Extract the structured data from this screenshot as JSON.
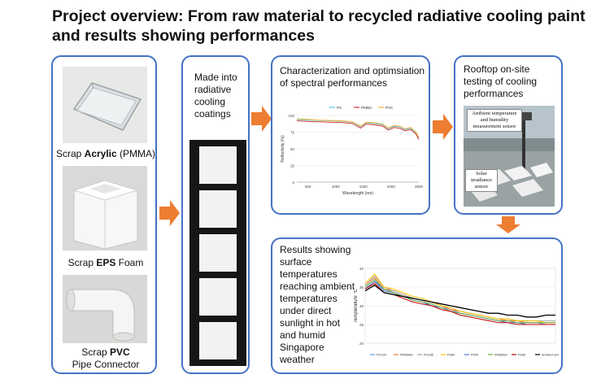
{
  "title": "Project overview: From raw material to recycled radiative cooling paint and results showing performances",
  "materials": [
    {
      "prefix": "Scrap ",
      "bold": "Acrylic",
      "suffix": " (PMMA)",
      "line2": ""
    },
    {
      "prefix": "Scrap ",
      "bold": "EPS",
      "suffix": " Foam",
      "line2": ""
    },
    {
      "prefix": "Scrap ",
      "bold": "PVC",
      "suffix": "",
      "line2": "Pipe Connector"
    }
  ],
  "coatings": {
    "text": "Made into radiative cooling coatings",
    "tile_count": 5
  },
  "spectral": {
    "text": "Characterization and optimsiation of spectral performances",
    "chart_data": {
      "type": "line",
      "x": [
        300,
        500,
        700,
        900,
        1100,
        1300,
        1450,
        1550,
        1700,
        1850,
        1950,
        2050,
        2150,
        2250,
        2350,
        2450,
        2500
      ],
      "series": [
        {
          "name": "PS",
          "color": "#4fc1e9",
          "values": [
            94,
            93,
            92.5,
            92,
            91.5,
            90,
            83,
            89,
            88,
            86,
            80,
            84,
            83,
            79,
            81,
            74,
            66
          ]
        },
        {
          "name": "PMMA",
          "color": "#d63b2f",
          "values": [
            92,
            91,
            90.5,
            90,
            89.5,
            88,
            81,
            87,
            86,
            84,
            78,
            82,
            81,
            77,
            79,
            72,
            64
          ]
        },
        {
          "name": "PVC",
          "color": "#f2b531",
          "values": [
            95,
            94,
            93,
            92.5,
            92,
            90.5,
            84,
            90,
            89,
            87,
            81,
            85,
            84,
            80,
            82,
            75,
            67
          ]
        }
      ],
      "xlabel": "Wavelength (nm)",
      "ylabel": "Reflectivity (%)",
      "xticks": [
        "500",
        "1000",
        "1500",
        "2000",
        "2500"
      ],
      "yticks": [
        "0",
        "25",
        "50",
        "75",
        "100"
      ],
      "xlim": [
        300,
        2500
      ],
      "ylim": [
        0,
        100
      ],
      "legend": "top-center",
      "grid": true
    }
  },
  "rooftop": {
    "text": "Rooftop on-site testing of cooling performances",
    "labels": {
      "sensor": "Ambient temperature and humidity measurement sensor",
      "solar": "Solar irradiance sensor"
    }
  },
  "results": {
    "text": "Results showing surface temperatures reaching ambient temperatures under direct sunlight in hot and humid Singapore weather",
    "chart_data": {
      "type": "line",
      "x": [
        0,
        2,
        4,
        6,
        8,
        10,
        12,
        14,
        16,
        18,
        20,
        22,
        24,
        26,
        28,
        30,
        32,
        34,
        36,
        38,
        40
      ],
      "ylabel": "Temperature °C",
      "yticks": [
        "20",
        "25",
        "30",
        "35",
        "40"
      ],
      "ylim": [
        20,
        40
      ],
      "series": [
        {
          "name": "PVC90",
          "color": "#5b9bd5",
          "values": [
            35,
            37,
            34,
            33.5,
            32.5,
            31.5,
            31,
            30.5,
            29.5,
            29,
            28,
            27.5,
            27,
            26.5,
            26,
            26,
            25.5,
            25.5,
            25.5,
            25,
            25
          ]
        },
        {
          "name": "PMMA80",
          "color": "#ed7d31",
          "values": [
            35.5,
            37.5,
            34.5,
            34,
            33,
            32,
            31.5,
            31,
            30,
            29,
            28.5,
            28,
            27.5,
            27,
            26.5,
            26,
            26,
            25.5,
            25.5,
            25.5,
            25.5
          ]
        },
        {
          "name": "PVC85",
          "color": "#a5a5a5",
          "values": [
            35.5,
            38,
            35,
            34,
            33,
            32,
            31.5,
            31,
            30,
            29.5,
            28.5,
            28,
            27.5,
            27,
            26.5,
            26.5,
            26,
            26,
            26,
            26,
            26
          ]
        },
        {
          "name": "PS80",
          "color": "#ffc000",
          "values": [
            36,
            38.5,
            35,
            34.5,
            33.5,
            32.5,
            32,
            31,
            30,
            29.5,
            28.5,
            28,
            27.5,
            27,
            26.5,
            26.5,
            26,
            26,
            26,
            25.5,
            25.5
          ]
        },
        {
          "name": "PS90",
          "color": "#4472c4",
          "values": [
            34.5,
            36.5,
            34,
            33.5,
            32.5,
            31.5,
            31,
            30,
            29.5,
            28.5,
            28,
            27.5,
            27,
            26.5,
            26,
            25.5,
            25.5,
            25,
            25,
            25,
            25
          ]
        },
        {
          "name": "PMMA90",
          "color": "#70ad47",
          "values": [
            35,
            37,
            34.5,
            33.5,
            32.5,
            31.5,
            31,
            30.5,
            29.5,
            28.5,
            28,
            27.5,
            27,
            26.5,
            26,
            26,
            25.5,
            25.5,
            25.5,
            25.5,
            25.5
          ]
        },
        {
          "name": "PS85",
          "color": "#c00000",
          "values": [
            34.5,
            36,
            33.5,
            33,
            32,
            31,
            30.5,
            30,
            29,
            28.5,
            27.5,
            27,
            26.5,
            26,
            25.5,
            25.5,
            25,
            25,
            25,
            25,
            25
          ]
        },
        {
          "name": "Ambient temp",
          "color": "#000000",
          "values": [
            34,
            35.5,
            33.5,
            33,
            32.5,
            32,
            31.5,
            31,
            30.5,
            30,
            29.5,
            29,
            28.5,
            28,
            28,
            27.5,
            27.5,
            27,
            27,
            27.5,
            27.5
          ]
        }
      ],
      "grid": true,
      "legend": "bottom"
    }
  }
}
